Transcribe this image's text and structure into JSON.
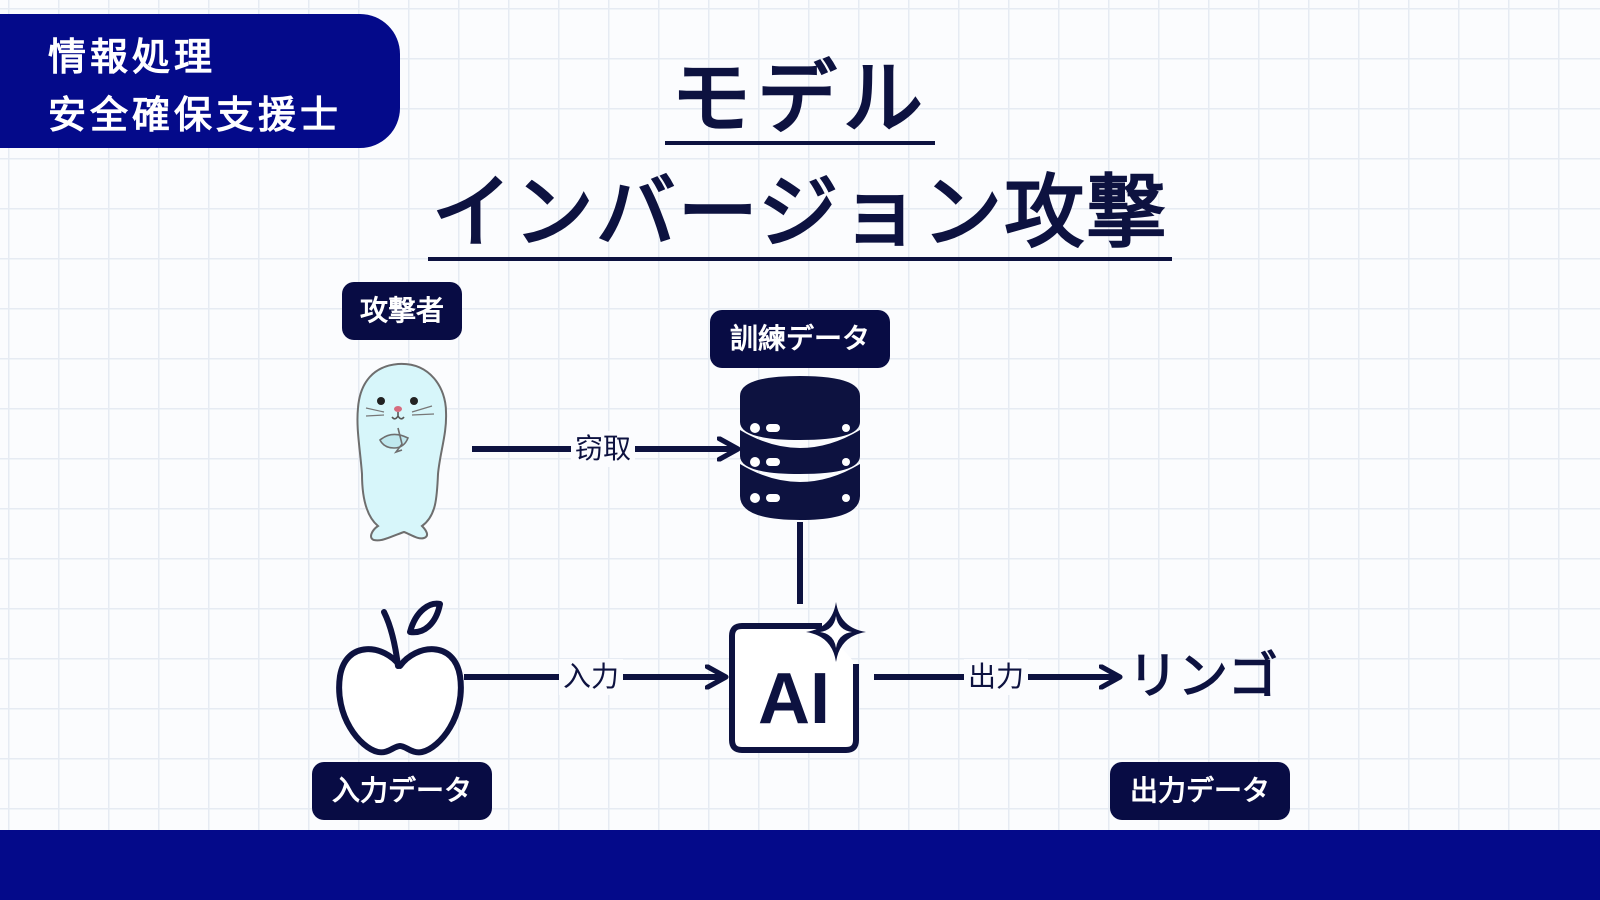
{
  "corner_badge": {
    "line1": "情報処理",
    "line2": "安全確保支援士"
  },
  "title": {
    "line1": "モデル",
    "line2": "インバージョン攻撃"
  },
  "nodes": {
    "attacker_label": "攻撃者",
    "training_data_label": "訓練データ",
    "input_data_label": "入力データ",
    "output_data_label": "出力データ",
    "ai_text": "AI",
    "output_value": "リンゴ"
  },
  "edges": {
    "steal": "窃取",
    "input": "入力",
    "output": "出力"
  },
  "colors": {
    "brand_blue": "#040a8a",
    "ink_navy": "#0d1240",
    "pill_bg": "#080c44",
    "seal_body": "#d7f6fa"
  },
  "icons": [
    "seal-character",
    "database-icon",
    "apple-icon",
    "ai-sparkle-icon"
  ]
}
